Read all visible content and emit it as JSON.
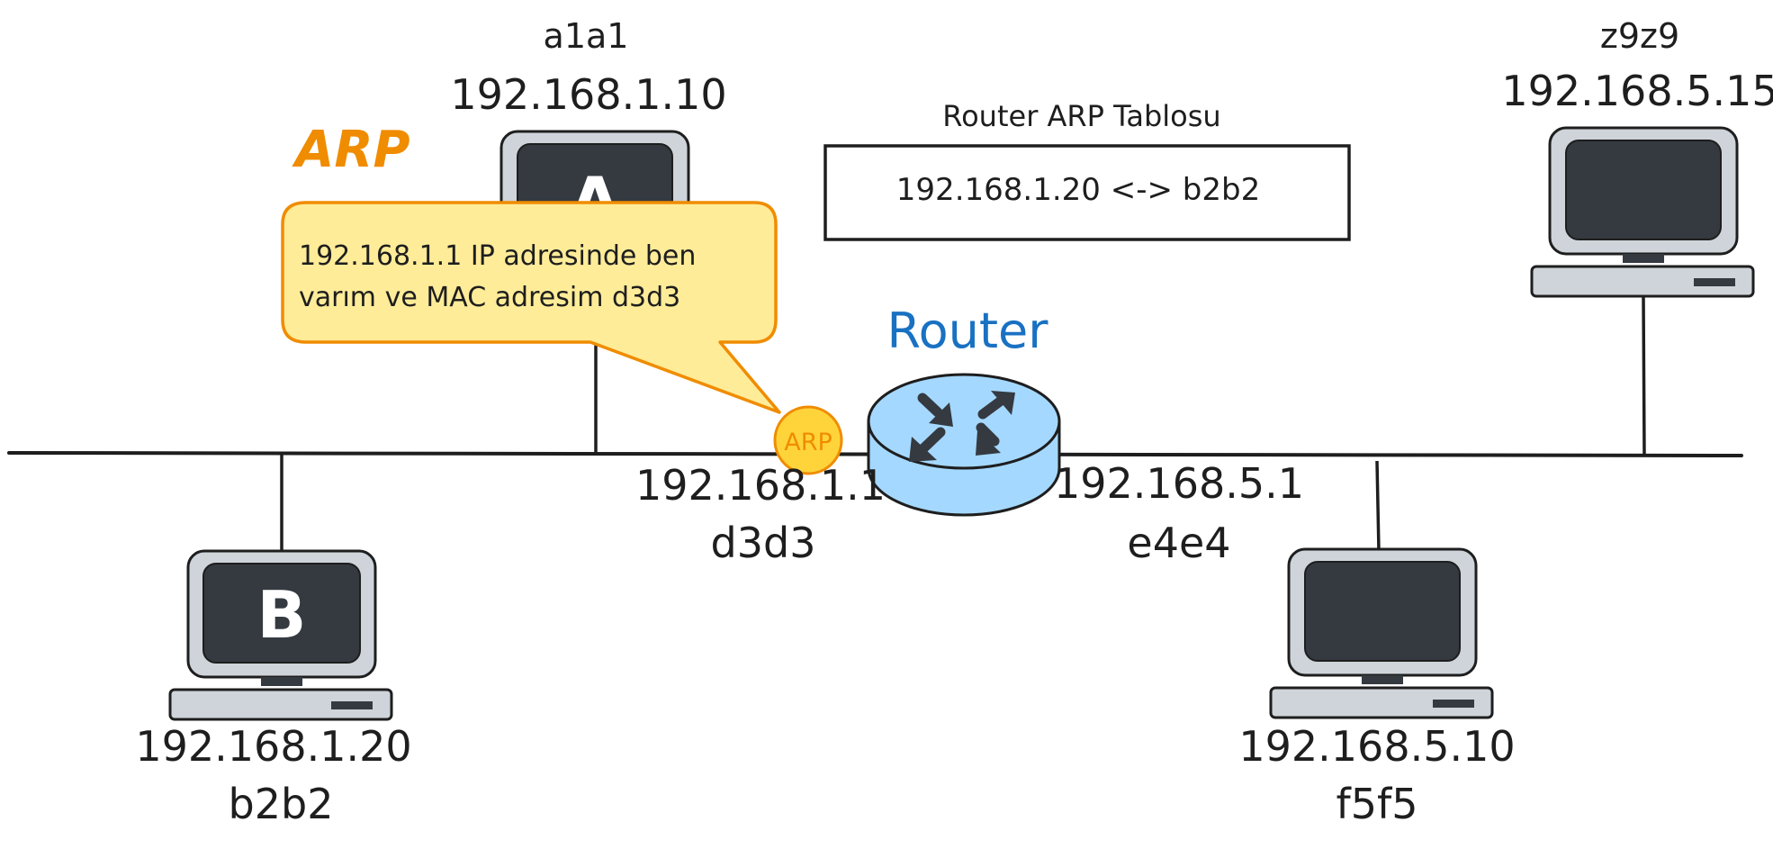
{
  "hosts": {
    "a": {
      "letter": "A",
      "mac": "a1a1",
      "ip": "192.168.1.10"
    },
    "b": {
      "letter": "B",
      "ip": "192.168.1.20",
      "mac": "b2b2"
    },
    "z": {
      "mac": "z9z9",
      "ip": "192.168.5.15"
    },
    "f": {
      "ip": "192.168.5.10",
      "mac": "f5f5"
    }
  },
  "router": {
    "title": "Router",
    "left_ip": "192.168.1.1",
    "left_mac": "d3d3",
    "right_ip": "192.168.5.1",
    "right_mac": "e4e4",
    "badge": "ARP"
  },
  "arp_table": {
    "title": "Router ARP Tablosu",
    "entry": "192.168.1.20 <-> b2b2"
  },
  "arp_message": {
    "title": "ARP",
    "text": "192.168.1.1 IP adresinde ben varım ve MAC adresim d3d3"
  },
  "colors": {
    "ink": "#1e1e1e",
    "arp_orange": "#f08c00",
    "bubble_fill": "#ffec99",
    "badge_fill": "#ffd43b",
    "router_fill": "#a5d8ff",
    "router_blue": "#1971c2",
    "screen_dark": "#343a40",
    "monitor_gray": "#ced4da"
  }
}
